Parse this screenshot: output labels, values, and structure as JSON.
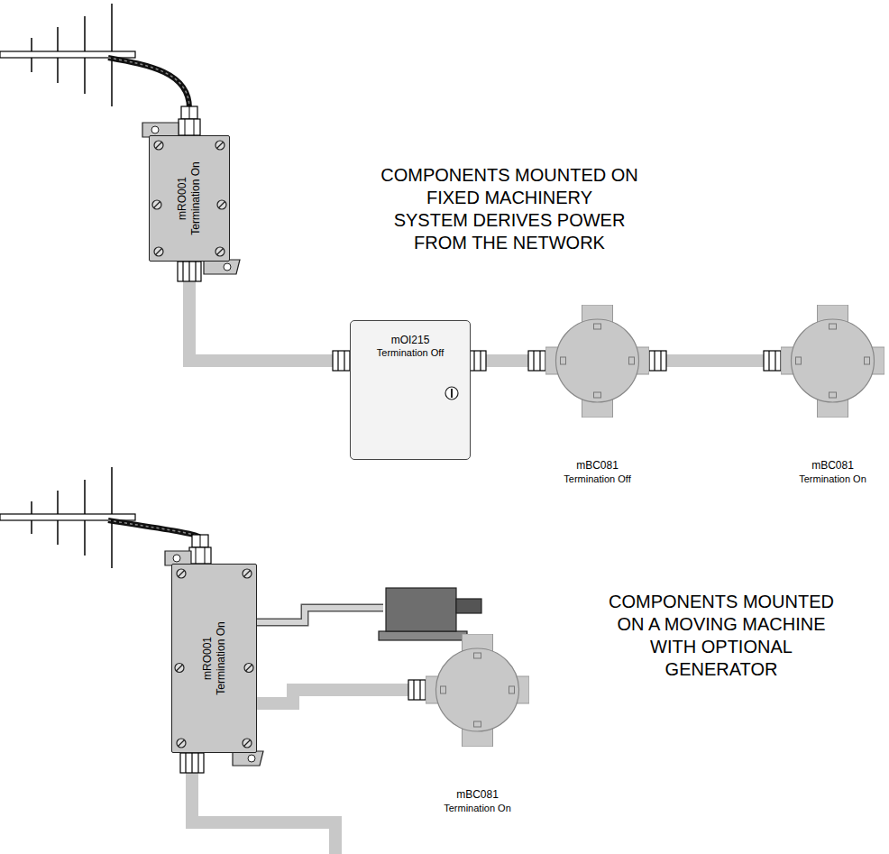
{
  "diagram": {
    "nodes": [
      {
        "text": [
          "mRO001",
          "Termination On"
        ]
      },
      {
        "text": [
          "mOI215",
          "Termination Off"
        ]
      },
      {
        "text": [
          "mBC081",
          "Termination Off"
        ]
      },
      {
        "text": [
          "mBC081",
          "Termination On"
        ]
      },
      {
        "text": [
          "mRO001",
          "Termination On"
        ]
      },
      {
        "text": [
          "mBC081",
          "Termination On"
        ]
      }
    ],
    "edges": [
      {
        "from": 0,
        "to": 1,
        "arrow": "none"
      },
      {
        "from": 1,
        "to": 2,
        "arrow": "none"
      },
      {
        "from": 2,
        "to": 3,
        "arrow": "none"
      },
      {
        "from": 4,
        "to": 5,
        "arrow": "none"
      }
    ],
    "labels": [
      "COMPONENTS MOUNTED ON FIXED MACHINERY",
      "SYSTEM DERIVES POWER FROM THE NETWORK",
      "COMPONENTS MOUNTED ON A MOVING MACHINE WITH OPTIONAL GENERATOR"
    ]
  }
}
